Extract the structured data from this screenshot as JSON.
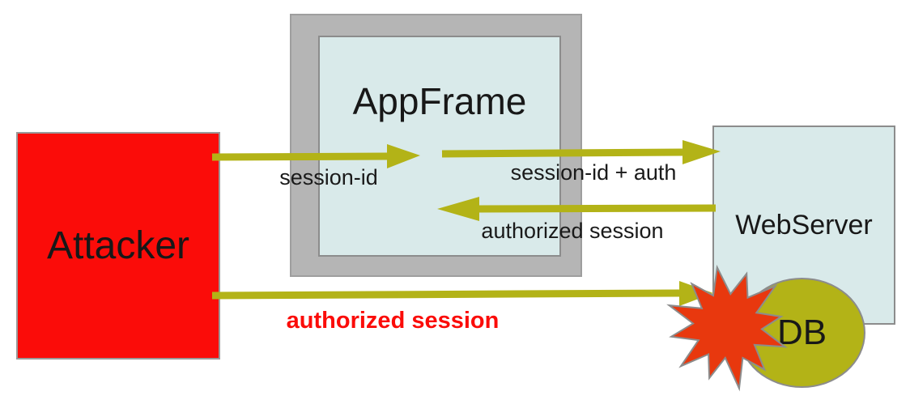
{
  "diagram": {
    "nodes": {
      "attacker": "Attacker",
      "appframe": "AppFrame",
      "webserver": "WebServer",
      "db": "DB"
    },
    "edges": {
      "session_id": "session-id",
      "session_id_auth": "session-id + auth",
      "authorized_session": "authorized session",
      "bypass_authorized_session": "authorized session"
    },
    "colors": {
      "attacker_fill": "#fb0c09",
      "panel_fill": "#d9eaea",
      "frame_fill": "#b5b5b5",
      "arrow": "#b3b317",
      "db_fill": "#b3b317",
      "explosion_fill": "#e8380e",
      "alert_text": "#fb0c09",
      "label_text": "#1a1a1a",
      "border": "#8c8c8c"
    }
  }
}
